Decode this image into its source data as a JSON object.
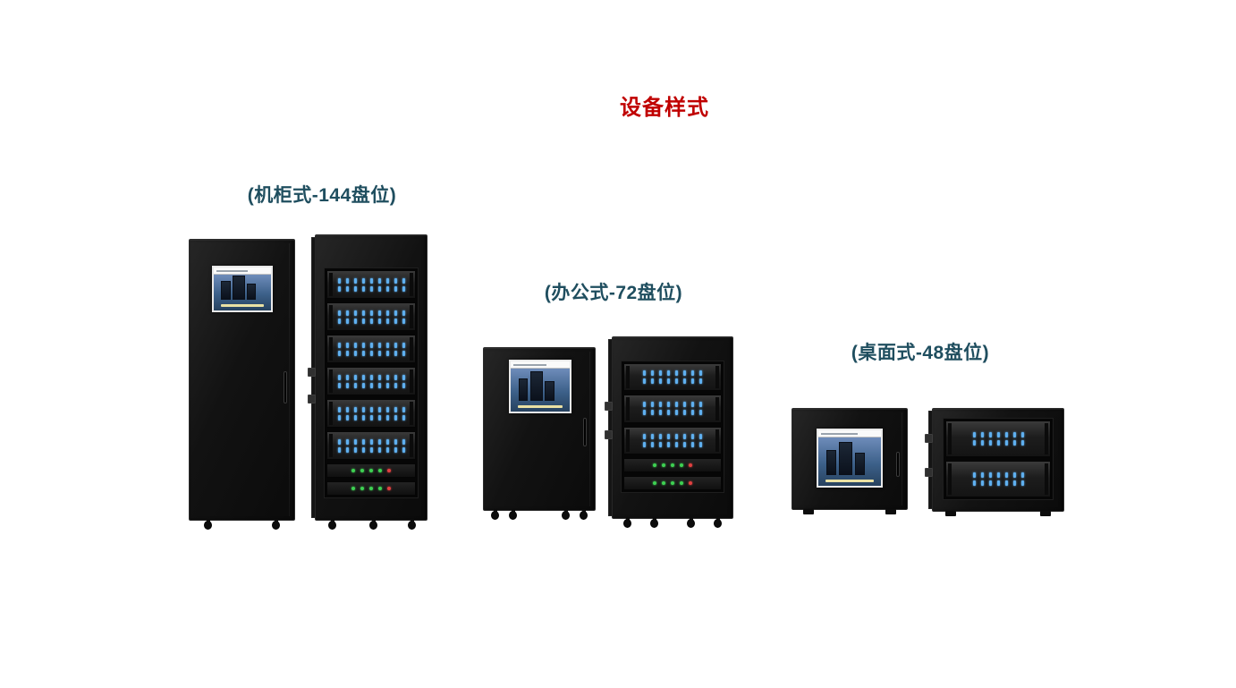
{
  "page": {
    "title": "设备样式",
    "title_color": "#c00000",
    "label_color": "#1f4e5f",
    "background": "#ffffff"
  },
  "devices": [
    {
      "id": "cabinet-144",
      "label": "(机柜式-144盘位)",
      "slots": 144,
      "views": [
        "closed",
        "open"
      ],
      "open_view": {
        "tray_rows": 6,
        "dot_rows_per_tray": 2,
        "dots_per_row": 9,
        "power_units": 2
      }
    },
    {
      "id": "office-72",
      "label": "(办公式-72盘位)",
      "slots": 72,
      "views": [
        "closed",
        "open"
      ],
      "open_view": {
        "tray_rows": 3,
        "dot_rows_per_tray": 2,
        "dots_per_row": 8,
        "power_units": 2
      }
    },
    {
      "id": "desktop-48",
      "label": "(桌面式-48盘位)",
      "slots": 48,
      "views": [
        "closed",
        "open"
      ],
      "open_view": {
        "tray_rows": 2,
        "dot_rows_per_tray": 2,
        "dots_per_row": 7,
        "power_units": 0
      }
    }
  ],
  "colors": {
    "cabinet_black": "#111111",
    "led_blue": "#5fb0f0",
    "led_green": "#3ed052",
    "screen_blue": "#3c6089"
  }
}
